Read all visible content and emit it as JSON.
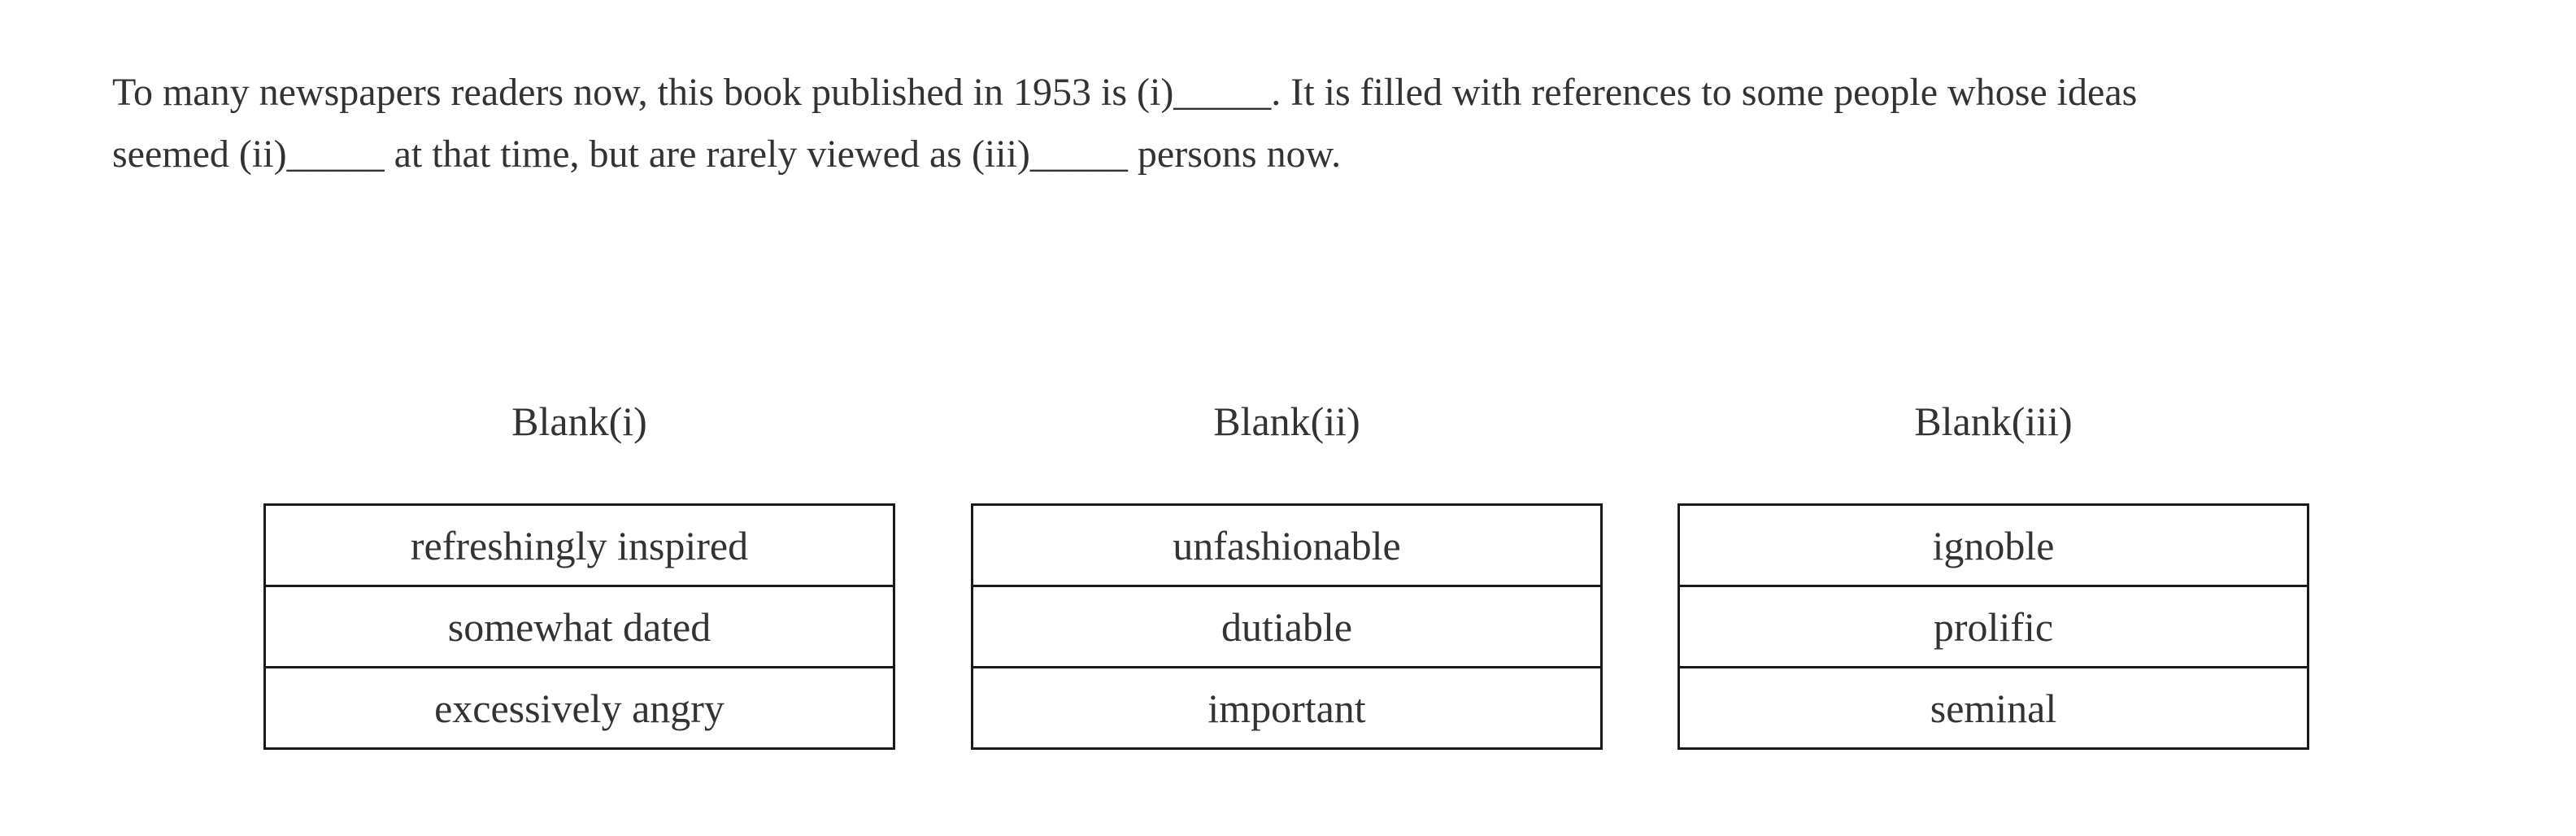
{
  "question": {
    "line1": "To many newspapers readers now, this book published in 1953 is (i)_____. It is filled with references to some people whose ideas",
    "line2": "seemed (ii)_____ at that time, but are rarely viewed as (iii)_____ persons now."
  },
  "blanks": [
    {
      "header": "Blank(i)",
      "options": [
        "refreshingly inspired",
        "somewhat dated",
        "excessively angry"
      ]
    },
    {
      "header": "Blank(ii)",
      "options": [
        "unfashionable",
        "dutiable",
        "important"
      ]
    },
    {
      "header": "Blank(iii)",
      "options": [
        "ignoble",
        "prolific",
        "seminal"
      ]
    }
  ]
}
